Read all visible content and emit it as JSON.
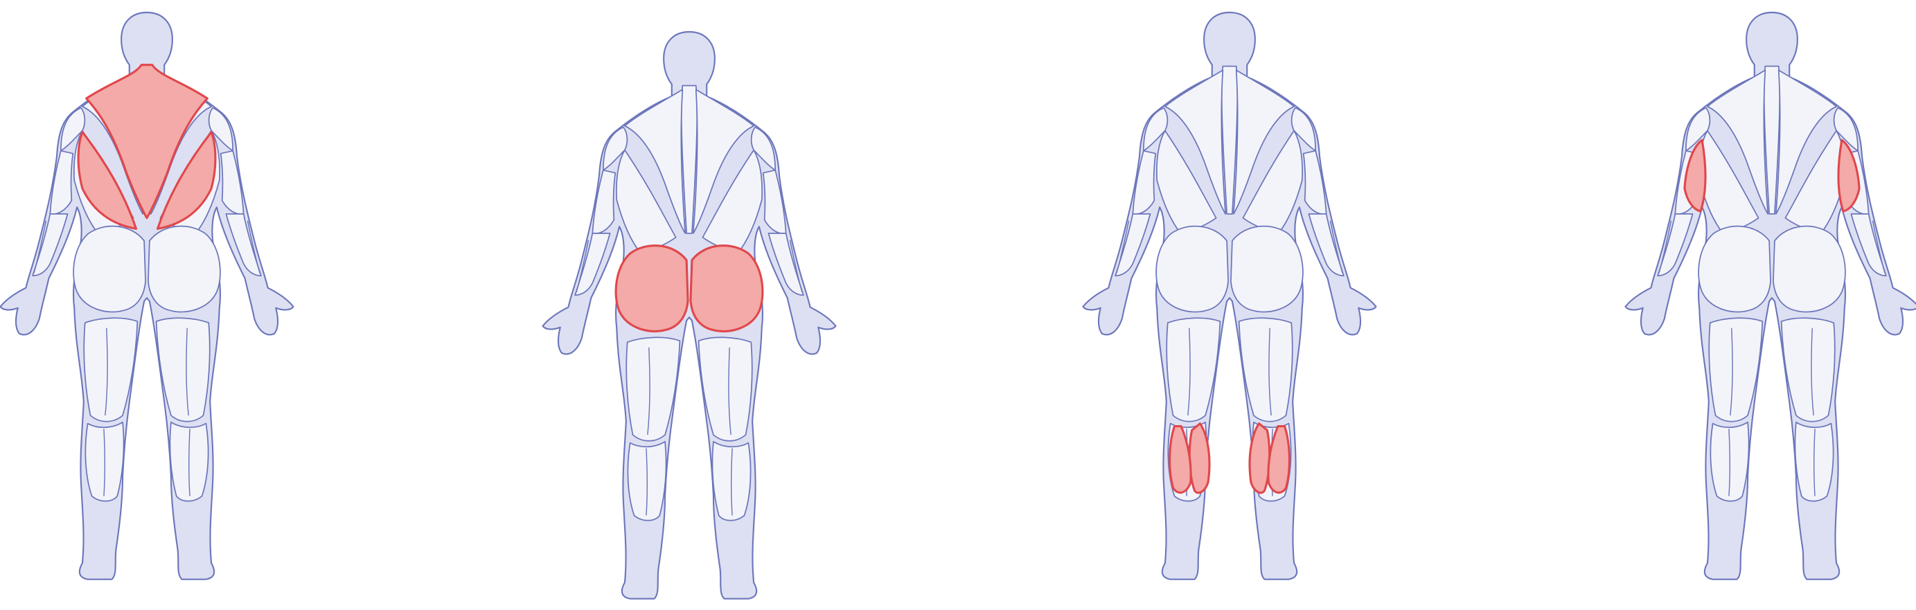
{
  "colors": {
    "background": "#ffffff",
    "body_fill": "#dde0f2",
    "muscle_light_fill": "#f3f4fa",
    "outline": "#6c76bb",
    "highlight_fill": "#f3aaa8",
    "highlight_stroke": "#e0474b"
  },
  "figures": [
    {
      "id": "upper-back",
      "view": "posterior",
      "highlighted_muscles": [
        "trapezius",
        "latissimus-dorsi"
      ]
    },
    {
      "id": "glutes",
      "view": "posterior",
      "highlighted_muscles": [
        "gluteus-maximus"
      ]
    },
    {
      "id": "calves",
      "view": "posterior",
      "highlighted_muscles": [
        "gastrocnemius"
      ]
    },
    {
      "id": "triceps",
      "view": "posterior",
      "highlighted_muscles": [
        "triceps"
      ]
    }
  ]
}
